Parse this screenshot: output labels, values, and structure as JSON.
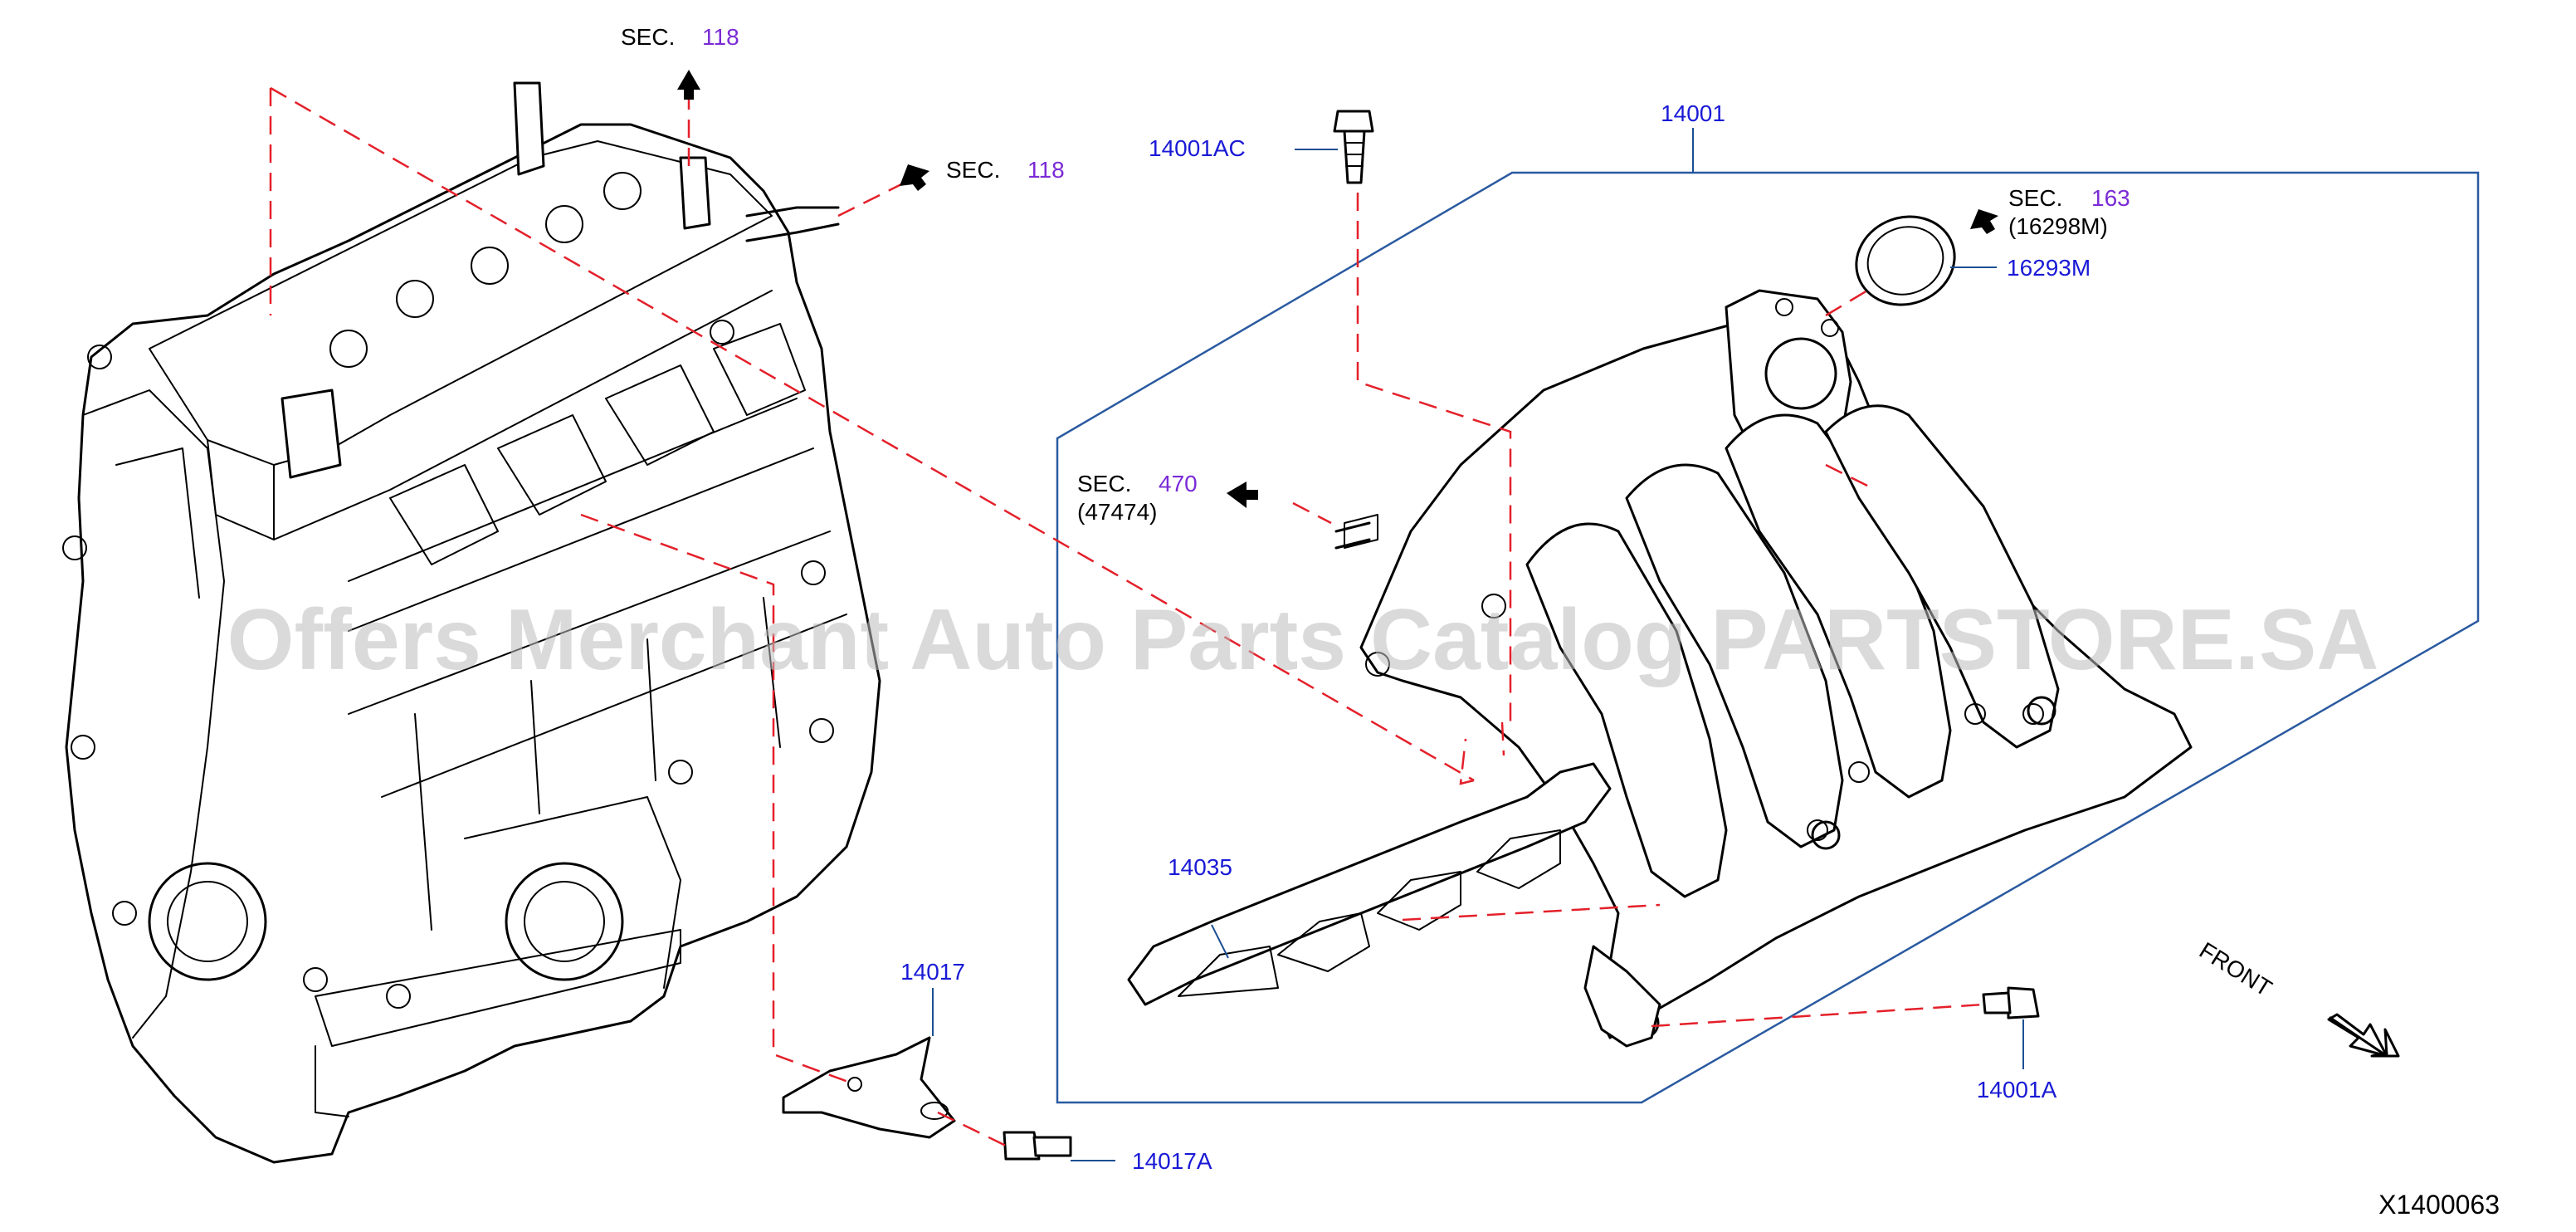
{
  "diagram": {
    "watermark": "Offers Merchant Auto Parts Catalog PARTSTORE.SA",
    "catalog_code": "X1400063",
    "front_label": "FRONT",
    "parts": [
      {
        "id": "p14001",
        "number": "14001"
      },
      {
        "id": "p14001AC",
        "number": "14001AC"
      },
      {
        "id": "p16293M",
        "number": "16293M"
      },
      {
        "id": "p14035",
        "number": "14035"
      },
      {
        "id": "p14017",
        "number": "14017"
      },
      {
        "id": "p14017A",
        "number": "14017A"
      },
      {
        "id": "p14001A",
        "number": "14001A"
      }
    ],
    "section_refs": [
      {
        "id": "s1",
        "prefix": "SEC.",
        "number": "118",
        "sub": ""
      },
      {
        "id": "s2",
        "prefix": "SEC.",
        "number": "118",
        "sub": ""
      },
      {
        "id": "s3",
        "prefix": "SEC.",
        "number": "163",
        "sub": "(16298M)"
      },
      {
        "id": "s4",
        "prefix": "SEC.",
        "number": "470",
        "sub": "(47474)"
      }
    ]
  }
}
